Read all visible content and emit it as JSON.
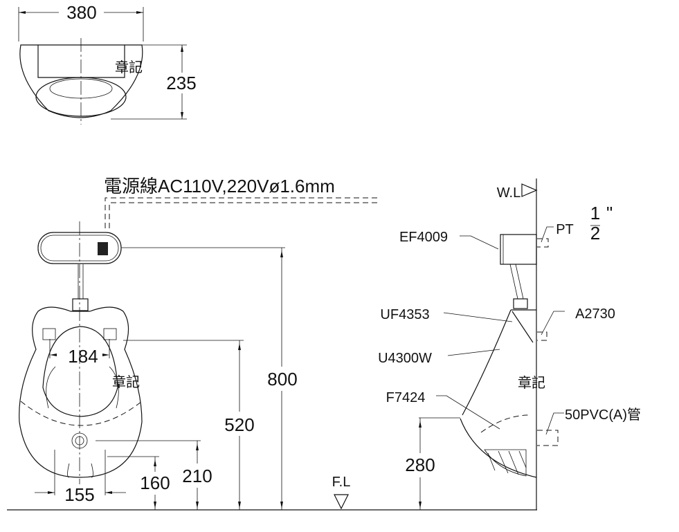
{
  "top_view": {
    "width_dim": "380",
    "depth_dim": "235",
    "stamp": "章記"
  },
  "front_view": {
    "power_label": "電源線AC110V,220Vø1.6mm",
    "dim_184": "184",
    "stamp": "章記",
    "dim_800": "800",
    "dim_520": "520",
    "dim_210": "210",
    "dim_160": "160",
    "dim_155": "155",
    "floor_label": "F.L"
  },
  "side_view": {
    "wall_label": "W.L",
    "ef": "EF4009",
    "pt": "PT",
    "pt_num": "1",
    "pt_den": "2",
    "pt_inch": "\"",
    "uf": "UF4353",
    "a": "A2730",
    "u": "U4300W",
    "stamp": "章記",
    "f": "F7424",
    "pvc": "50PVC(A)管",
    "dim_280": "280"
  }
}
